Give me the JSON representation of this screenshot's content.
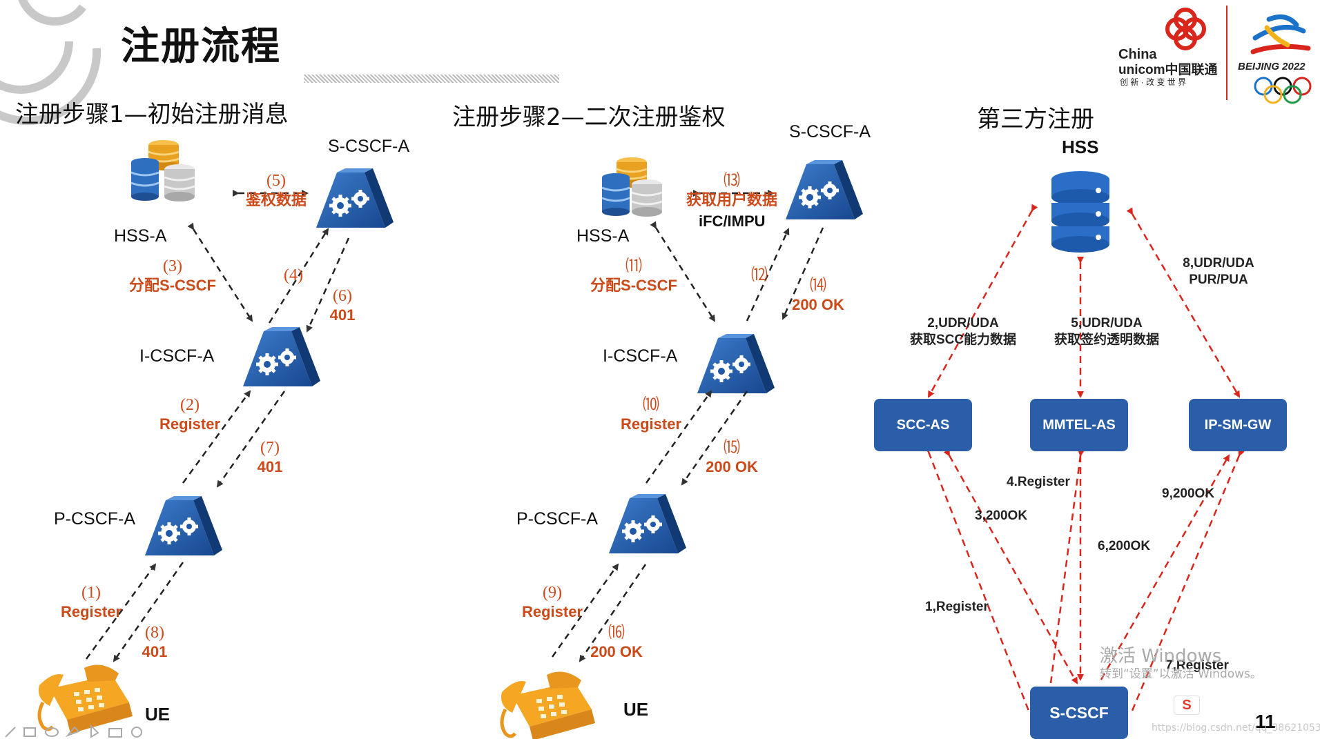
{
  "slide": {
    "title": "注册流程",
    "page_number": "11"
  },
  "logos": {
    "unicom_line1": "China",
    "unicom_line2": "unicom中国联通",
    "unicom_line3": "创 新 · 改 变 世 界",
    "olympic_text": "BEIJING 2022"
  },
  "section1": {
    "title": "注册步骤1—初始注册消息",
    "nodes": {
      "scscf": "S-CSCF-A",
      "hss": "HSS-A",
      "icscf": "I-CSCF-A",
      "pcscf": "P-CSCF-A",
      "ue": "UE"
    },
    "steps": [
      {
        "num": "(5)",
        "text": "鉴权数据"
      },
      {
        "num": "(3)",
        "text": "分配S-CSCF"
      },
      {
        "num": "(4)",
        "text": ""
      },
      {
        "num": "(6)",
        "text": "401"
      },
      {
        "num": "(2)",
        "text": "Register"
      },
      {
        "num": "(7)",
        "text": "401"
      },
      {
        "num": "(1)",
        "text": "Register"
      },
      {
        "num": "(8)",
        "text": "401"
      }
    ]
  },
  "section2": {
    "title": "注册步骤2—二次注册鉴权",
    "nodes": {
      "scscf": "S-CSCF-A",
      "hss": "HSS-A",
      "icscf": "I-CSCF-A",
      "pcscf": "P-CSCF-A",
      "ue": "UE"
    },
    "ifc_label": "iFC/IMPU",
    "steps": [
      {
        "num": "⒀",
        "text": "获取用户数据"
      },
      {
        "num": "⑾",
        "text": "分配S-CSCF"
      },
      {
        "num": "⑿",
        "text": ""
      },
      {
        "num": "⒁",
        "text": "200 OK"
      },
      {
        "num": "⑽",
        "text": "Register"
      },
      {
        "num": "⒂",
        "text": "200 OK"
      },
      {
        "num": "(9)",
        "text": "Register"
      },
      {
        "num": "⒃",
        "text": "200 OK"
      }
    ]
  },
  "section3": {
    "title": "第三方注册",
    "hss": "HSS",
    "boxes": {
      "scc": "SCC-AS",
      "mmtel": "MMTEL-AS",
      "ipsmgw": "IP-SM-GW",
      "scscf": "S-CSCF"
    },
    "labels": {
      "l2a": "2,UDR/UDA",
      "l2b": "获取SCC能力数据",
      "l5a": "5,UDR/UDA",
      "l5b": "获取签约透明数据",
      "l8a": "8,UDR/UDA",
      "l8b": "PUR/PUA",
      "l1": "1,Register",
      "l3": "3,200OK",
      "l4": "4.Register",
      "l6": "6,200OK",
      "l7": "7,Register",
      "l9": "9,200OK"
    }
  },
  "watermark": {
    "line1": "激活 Windows",
    "line2": "转到“设置”以激活 Windows。",
    "url": "https://blog.csdn.net/qq_38621053"
  },
  "colors": {
    "arrow_red": "#d9261c",
    "step_orange": "#cc4a1a",
    "box_blue": "#2a5ea8",
    "node_blue": "#1f58a6"
  }
}
